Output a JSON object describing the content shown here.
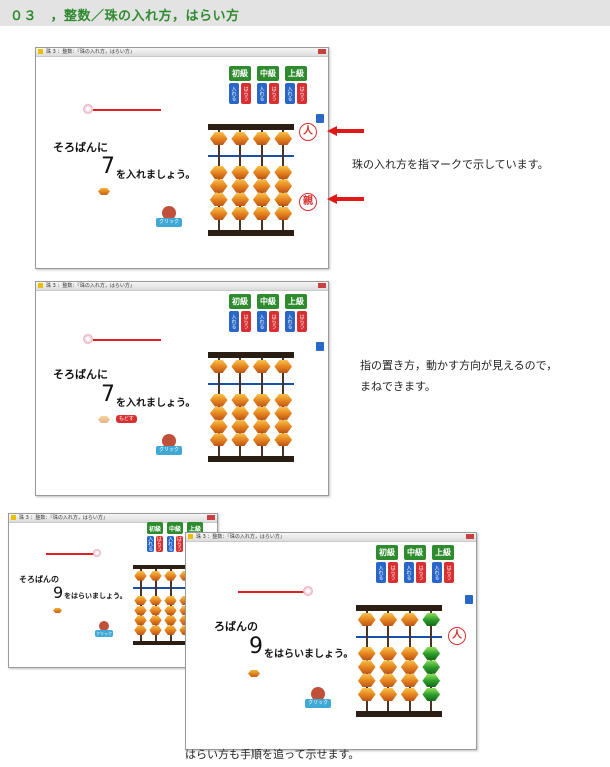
{
  "header": {
    "title": "０３　，整数／珠の入れ方，はらい方"
  },
  "app": {
    "window_title": "珠 3 ：整数：『珠の入れ方，はらい方』",
    "levels": [
      {
        "label": "初級",
        "sub1": "入れる",
        "sub2": "はらう"
      },
      {
        "label": "中級",
        "sub1": "入れる",
        "sub2": "はらう"
      },
      {
        "label": "上級",
        "sub1": "入れる",
        "sub2": "はらう"
      }
    ],
    "click_label": "クリック",
    "back_label": "もどす"
  },
  "panels": {
    "p1": {
      "line1": "そろばんに",
      "number": "7",
      "suffix": "を入れましょう。",
      "mark_top": "人",
      "mark_bottom": "親",
      "description": "珠の入れ方を指マークで示しています。"
    },
    "p2": {
      "line1": "そろばんに",
      "number": "7",
      "suffix": "を入れましょう。",
      "description_l1": "指の置き方，動かす方向が見えるので，",
      "description_l2": "まねできます。"
    },
    "p3": {
      "line1": "そろばんの",
      "number": "9",
      "suffix": "をはらいましょう。"
    },
    "p4": {
      "line1": "ろばんの",
      "number": "9",
      "suffix": "をはらいましょう。",
      "mark_top": "人"
    }
  },
  "footer": {
    "caption": "はらい方も手順を追って示せます。"
  },
  "colors": {
    "accent": "#2f8a2f",
    "bead": "#e4801c",
    "active_bead": "#2a9a2a",
    "arrow": "#e01818"
  }
}
